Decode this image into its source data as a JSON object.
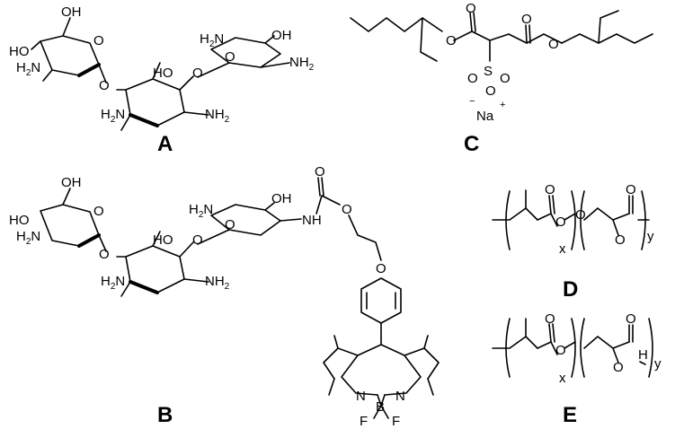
{
  "figure": {
    "panels": {
      "A": {
        "label": "A"
      },
      "B": {
        "label": "B"
      },
      "C": {
        "label": "C"
      },
      "D": {
        "label": "D"
      },
      "E": {
        "label": "E"
      }
    },
    "atoms": {
      "OH": "OH",
      "HO": "HO",
      "O": "O",
      "S": "S",
      "N": "N",
      "B": "B",
      "F": "F",
      "H": "H",
      "NH": "NH",
      "H2N": "H",
      "NH2": "NH",
      "sub2": "2",
      "Na": "Na",
      "minus": "−",
      "plus": "+",
      "x": "x",
      "y": "y"
    }
  }
}
